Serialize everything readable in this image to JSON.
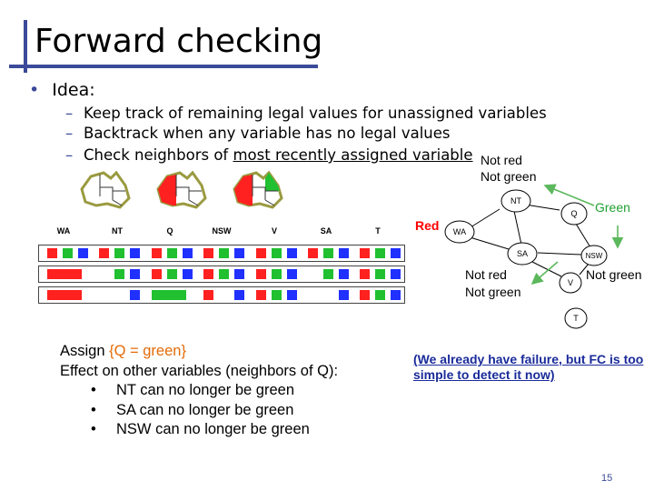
{
  "slide": {
    "title": "Forward checking",
    "bullet_label": "Idea:",
    "sub_bullets": [
      "Keep track of remaining legal values for unassigned variables",
      "Backtrack when any variable has no legal values"
    ],
    "sub3_prefix": "Check neighbors of ",
    "sub3_underlined": "most recently assigned variable",
    "page_number": "15"
  },
  "table": {
    "headers": [
      "WA",
      "NT",
      "Q",
      "NSW",
      "V",
      "SA",
      "T"
    ],
    "rows": [
      [
        [
          "red",
          "green",
          "blue"
        ],
        [
          "red",
          "green",
          "blue"
        ],
        [
          "red",
          "green",
          "blue"
        ],
        [
          "red",
          "green",
          "blue"
        ],
        [
          "red",
          "green",
          "blue"
        ],
        [
          "red",
          "green",
          "blue"
        ],
        [
          "red",
          "green",
          "blue"
        ]
      ],
      [
        [
          "red-wide"
        ],
        [
          "green",
          "blue"
        ],
        [
          "red",
          "green",
          "blue"
        ],
        [
          "red",
          "green",
          "blue"
        ],
        [
          "red",
          "green",
          "blue"
        ],
        [
          "green",
          "blue"
        ],
        [
          "red",
          "green",
          "blue"
        ]
      ],
      [
        [
          "red-wide"
        ],
        [
          "blue"
        ],
        [
          "green-wide"
        ],
        [
          "red",
          "blue"
        ],
        [
          "red",
          "green",
          "blue"
        ],
        [
          "blue"
        ],
        [
          "red",
          "green",
          "blue"
        ]
      ]
    ]
  },
  "graph": {
    "nodes": [
      "NT",
      "Q",
      "WA",
      "SA",
      "NSW",
      "V",
      "T"
    ],
    "annotations": {
      "q_not": [
        "Not red",
        "Not green"
      ],
      "q_green": "Green",
      "wa_red": "Red",
      "sa_not": [
        "Not red",
        "Not green"
      ],
      "nsw_not": "Not green"
    }
  },
  "assignment": {
    "line1_prefix": "Assign ",
    "line1_highlight": "{Q = green}",
    "line2": "Effect on other variables (neighbors of Q):",
    "effects": [
      "NT can no longer be green",
      "SA can no longer be green",
      "NSW can no longer be green"
    ],
    "bullet": "•"
  },
  "note": "(We already have failure, but FC is too simple to detect it now)",
  "colors": {
    "accent": "#3b4a99",
    "red": "#ff2020",
    "green": "#20c030",
    "blue": "#2030ff",
    "arrow": "#5cb85c",
    "highlight": "#e36c09",
    "note": "#1a2b9a"
  }
}
